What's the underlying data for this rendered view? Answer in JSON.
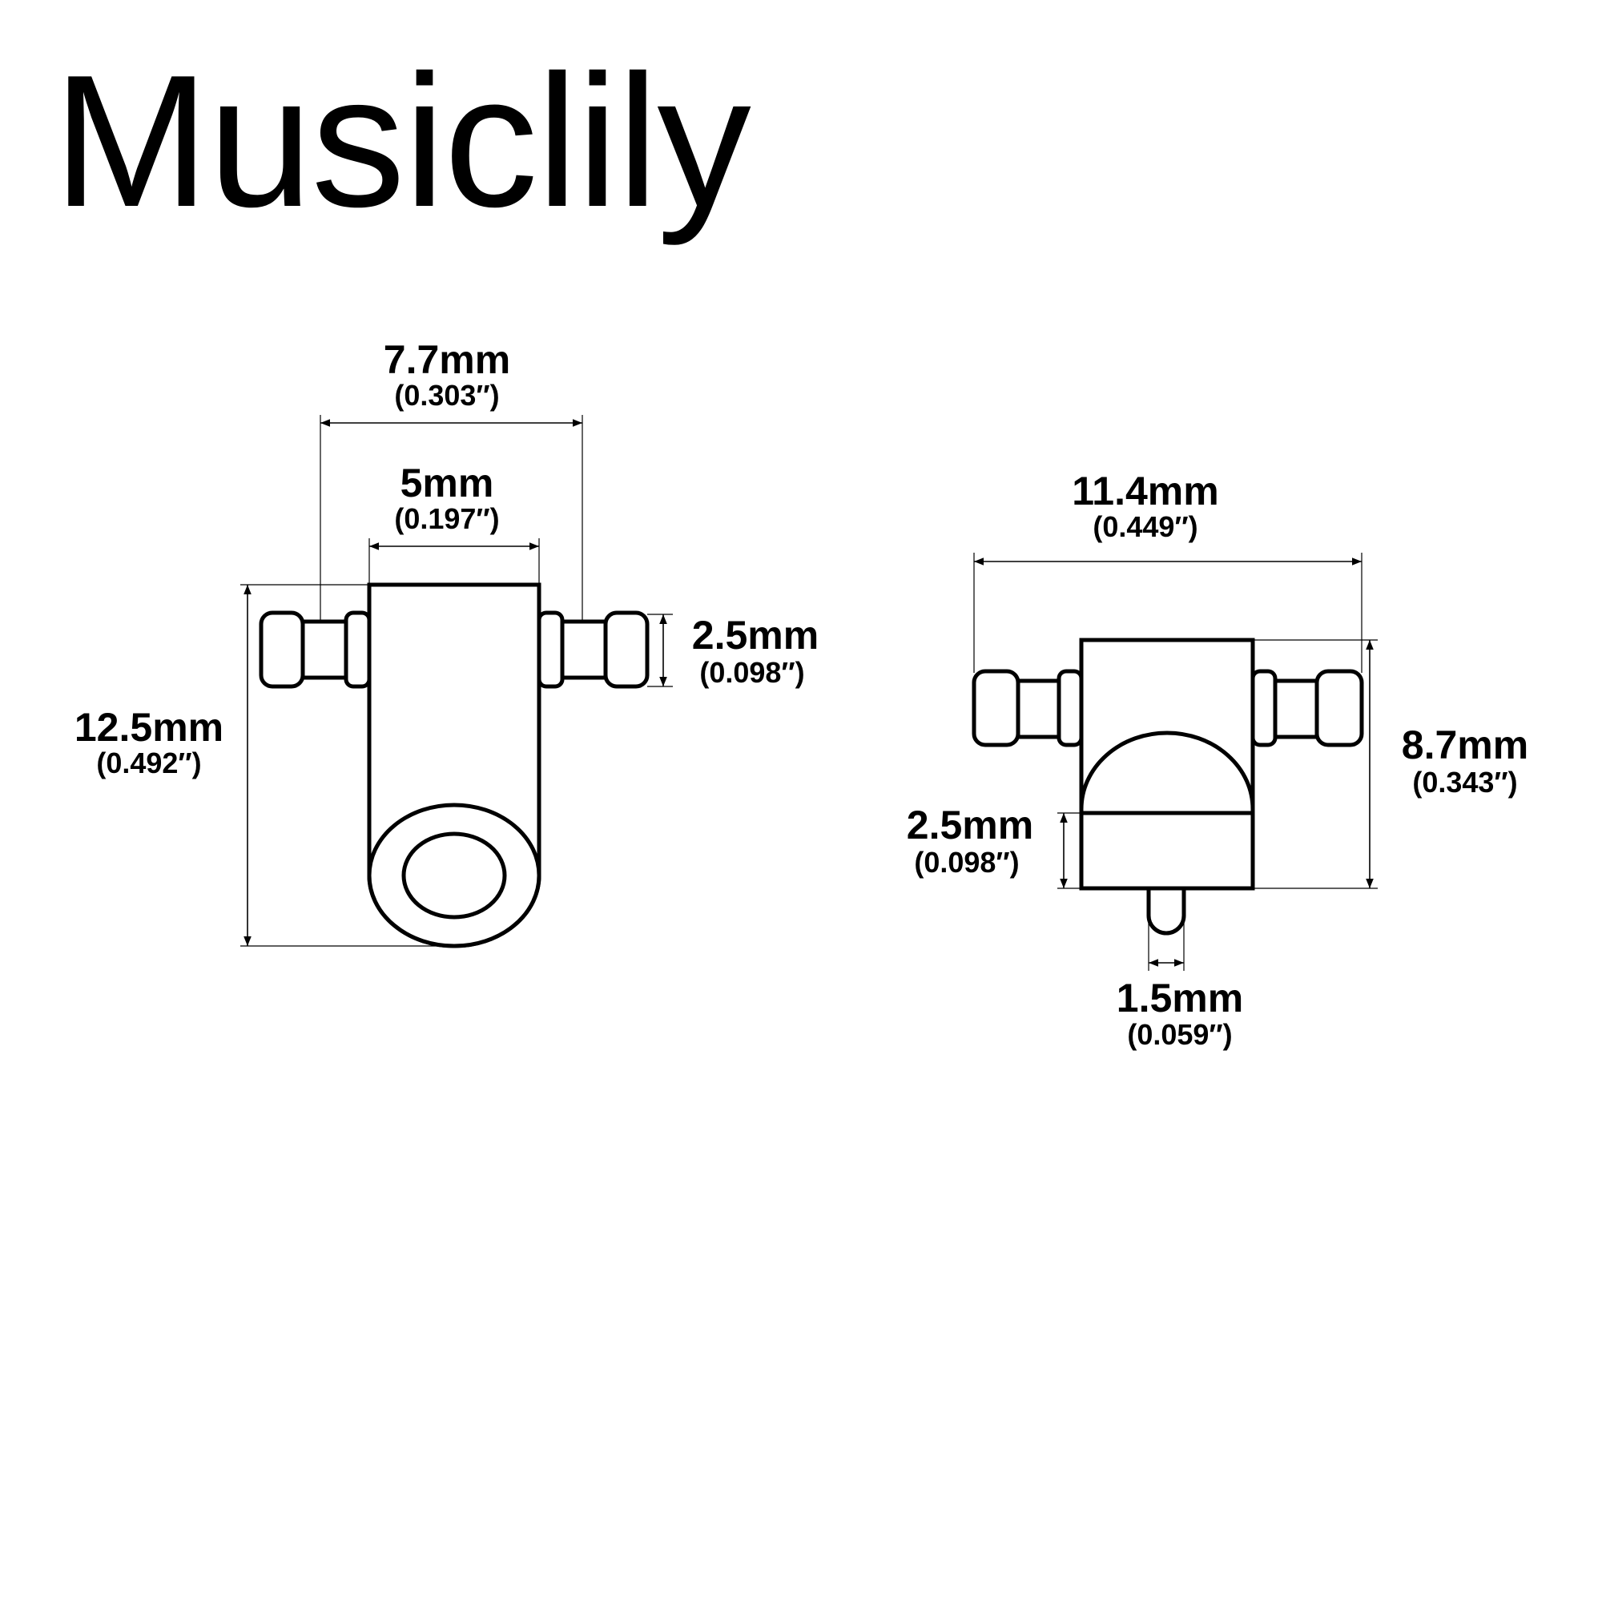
{
  "brand": "Musiclily",
  "front_view": {
    "overall_width": {
      "mm": "7.7mm",
      "inch": "(0.303″)"
    },
    "body_width": {
      "mm": "5mm",
      "inch": "(0.197″)"
    },
    "pin_height": {
      "mm": "2.5mm",
      "inch": "(0.098″)"
    },
    "total_height": {
      "mm": "12.5mm",
      "inch": "(0.492″)"
    }
  },
  "side_view": {
    "overall_width": {
      "mm": "11.4mm",
      "inch": "(0.449″)"
    },
    "height": {
      "mm": "8.7mm",
      "inch": "(0.343″)"
    },
    "base_height": {
      "mm": "2.5mm",
      "inch": "(0.098″)"
    },
    "nub_width": {
      "mm": "1.5mm",
      "inch": "(0.059″)"
    }
  }
}
